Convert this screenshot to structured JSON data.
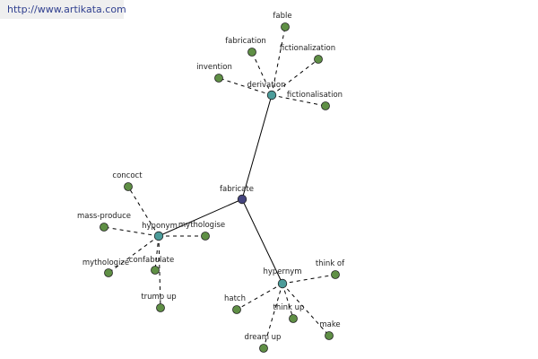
{
  "source_url": "http://www.artikata.com",
  "graph": {
    "root": {
      "id": "fabricate",
      "label": "fabricate"
    },
    "hubs": [
      {
        "id": "derivation",
        "label": "derivation"
      },
      {
        "id": "hyponym",
        "label": "hyponym"
      },
      {
        "id": "hypernym",
        "label": "hypernym"
      }
    ],
    "leaves": [
      {
        "id": "fable",
        "label": "fable",
        "hub": "derivation"
      },
      {
        "id": "fabrication",
        "label": "fabrication",
        "hub": "derivation"
      },
      {
        "id": "fictionalization",
        "label": "fictionalization",
        "hub": "derivation"
      },
      {
        "id": "invention",
        "label": "invention",
        "hub": "derivation"
      },
      {
        "id": "fictionalisation",
        "label": "fictionalisation",
        "hub": "derivation"
      },
      {
        "id": "concoct",
        "label": "concoct",
        "hub": "hyponym"
      },
      {
        "id": "mass-produce",
        "label": "mass-produce",
        "hub": "hyponym"
      },
      {
        "id": "mythologise",
        "label": "mythologise",
        "hub": "hyponym"
      },
      {
        "id": "mythologize",
        "label": "mythologize",
        "hub": "hyponym"
      },
      {
        "id": "confabulate",
        "label": "confabulate",
        "hub": "hyponym"
      },
      {
        "id": "trump-up",
        "label": "trump up",
        "hub": "hyponym"
      },
      {
        "id": "think-of",
        "label": "think of",
        "hub": "hypernym"
      },
      {
        "id": "hatch",
        "label": "hatch",
        "hub": "hypernym"
      },
      {
        "id": "think-up",
        "label": "think up",
        "hub": "hypernym"
      },
      {
        "id": "make",
        "label": "make",
        "hub": "hypernym"
      },
      {
        "id": "dream-up",
        "label": "dream up",
        "hub": "hypernym"
      }
    ]
  }
}
